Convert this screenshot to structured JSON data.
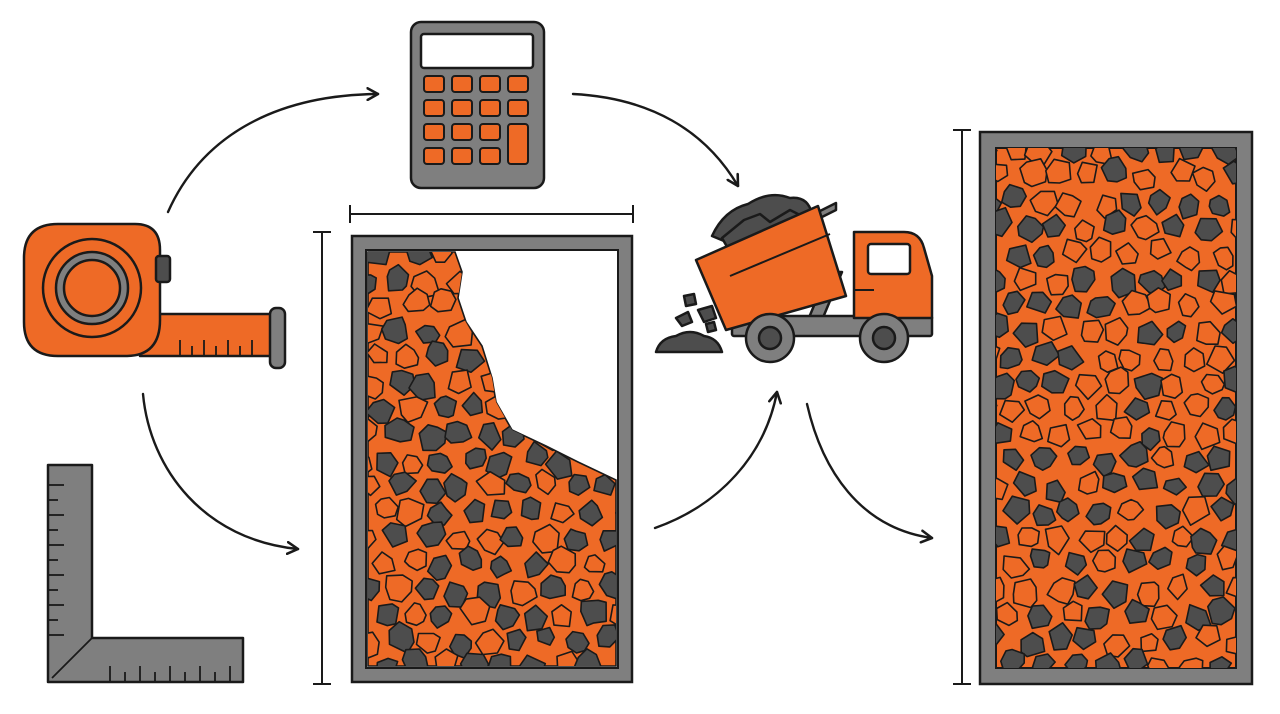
{
  "colors": {
    "accent": "#ee6a26",
    "gray": "#7f7f7f",
    "dark_gray": "#4d4d4d",
    "light_gray": "#bfbfbf",
    "outline": "#1a1a1a",
    "background": "#ffffff"
  },
  "diagram": {
    "nodes": [
      {
        "id": "tape-measure",
        "icon": "tape-measure-icon"
      },
      {
        "id": "framing-square",
        "icon": "framing-square-icon"
      },
      {
        "id": "calculator",
        "icon": "calculator-icon"
      },
      {
        "id": "partially-filled-bed",
        "icon": "gravel-bed-partial-icon"
      },
      {
        "id": "dump-truck",
        "icon": "dump-truck-icon"
      },
      {
        "id": "filled-bed",
        "icon": "gravel-bed-full-icon"
      }
    ],
    "edges": [
      {
        "from": "tape-measure",
        "to": "calculator"
      },
      {
        "from": "tape-measure",
        "to": "partially-filled-bed"
      },
      {
        "from": "calculator",
        "to": "dump-truck"
      },
      {
        "from": "partially-filled-bed",
        "to": "dump-truck"
      },
      {
        "from": "dump-truck",
        "to": "filled-bed"
      }
    ]
  }
}
